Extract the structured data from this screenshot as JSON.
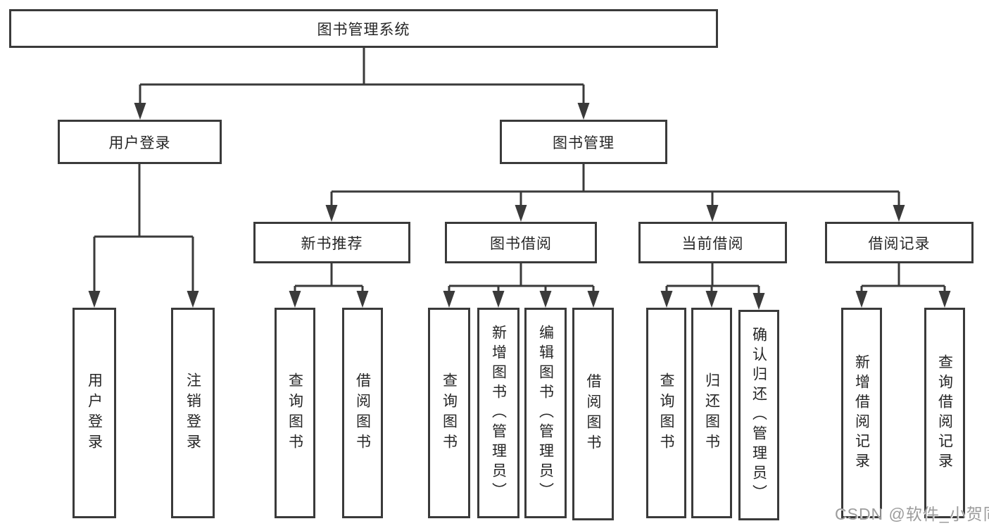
{
  "colors": {
    "line": "#3a3a3a",
    "box-border": "#3a3a3a",
    "text": "#262626",
    "watermark": "#9c9c9c",
    "bg": "#ffffff"
  },
  "nodes": {
    "root": {
      "label": "图书管理系统"
    },
    "user_login_group": {
      "label": "用户登录"
    },
    "book_management": {
      "label": "图书管理"
    },
    "user_login": {
      "label": "用户登录"
    },
    "logout": {
      "label": "注销登录"
    },
    "new_book_recommend": {
      "label": "新书推荐"
    },
    "book_borrow": {
      "label": "图书借阅"
    },
    "current_borrow": {
      "label": "当前借阅"
    },
    "borrow_records": {
      "label": "借阅记录"
    },
    "newbook_query": {
      "label": "查询图书"
    },
    "newbook_borrow": {
      "label": "借阅图书"
    },
    "borrow_query": {
      "label": "查询图书"
    },
    "borrow_add": {
      "label": "新增图书（管理员）"
    },
    "borrow_edit": {
      "label": "编辑图书（管理员）"
    },
    "borrow_borrow": {
      "label": "借阅图书"
    },
    "current_query": {
      "label": "查询图书"
    },
    "current_return": {
      "label": "归还图书"
    },
    "current_confirm": {
      "label": "确认归还（管理员）"
    },
    "records_add": {
      "label": "新增借阅记录"
    },
    "records_query": {
      "label": "查询借阅记录"
    }
  },
  "watermark": {
    "text": "CSDN @软件_小贺同学"
  }
}
